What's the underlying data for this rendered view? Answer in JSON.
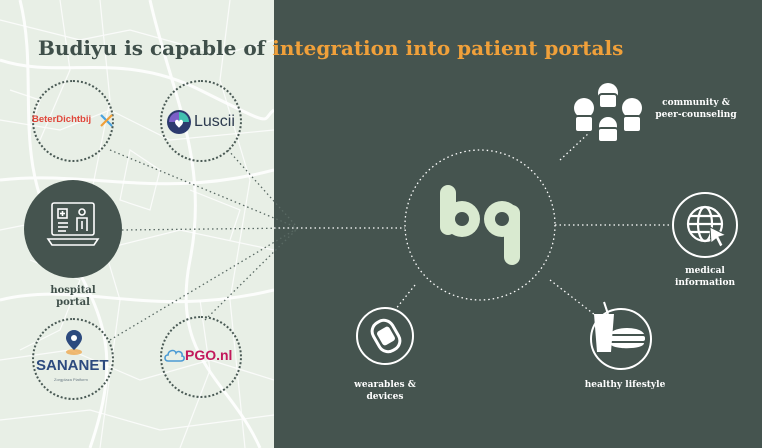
{
  "title": {
    "part1": "Budiyu is capable of ",
    "part2": "integration into patient portals"
  },
  "portals": {
    "beterdichtbij": "BeterDichtbij",
    "luscii": "Luscii",
    "hospital_line1": "hospital",
    "hospital_line2": "portal",
    "sananet": "SANANET",
    "sananet_sub": "Zorgplaza Platform",
    "pgo": "PGO.nl"
  },
  "center_logo": "bq",
  "features": {
    "community_line1": "community &",
    "community_line2": "peer-counseling",
    "medical_line1": "medical",
    "medical_line2": "information",
    "lifestyle": "healthy lifestyle",
    "wearables_line1": "wearables &",
    "wearables_line2": "devices"
  },
  "colors": {
    "dark_panel": "#45544f",
    "light_panel": "#e8efe6",
    "accent_orange": "#f0a03a",
    "logo_mint": "#d9ead0",
    "title_dark": "#3f4f4a"
  }
}
